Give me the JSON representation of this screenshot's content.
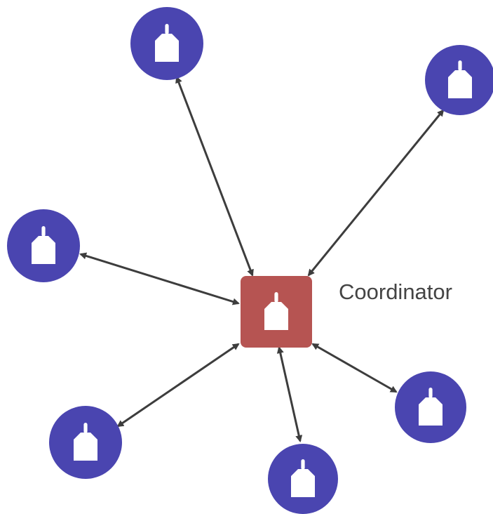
{
  "diagram": {
    "type": "star-network",
    "coordinator": {
      "label": "Coordinator",
      "shape": "rounded-square",
      "color": "#b65452",
      "icon": "device-icon"
    },
    "nodes": [
      {
        "id": "node-top",
        "shape": "circle",
        "color": "#4a45b0",
        "icon": "device-icon"
      },
      {
        "id": "node-top-right",
        "shape": "circle",
        "color": "#4a45b0",
        "icon": "device-icon"
      },
      {
        "id": "node-left",
        "shape": "circle",
        "color": "#4a45b0",
        "icon": "device-icon"
      },
      {
        "id": "node-bottom-left",
        "shape": "circle",
        "color": "#4a45b0",
        "icon": "device-icon"
      },
      {
        "id": "node-bottom",
        "shape": "circle",
        "color": "#4a45b0",
        "icon": "device-icon"
      },
      {
        "id": "node-bottom-right",
        "shape": "circle",
        "color": "#4a45b0",
        "icon": "device-icon"
      }
    ],
    "links": [
      {
        "from": "coordinator",
        "to": "node-top",
        "direction": "bidirectional"
      },
      {
        "from": "coordinator",
        "to": "node-top-right",
        "direction": "bidirectional"
      },
      {
        "from": "coordinator",
        "to": "node-left",
        "direction": "bidirectional"
      },
      {
        "from": "coordinator",
        "to": "node-bottom-left",
        "direction": "bidirectional"
      },
      {
        "from": "coordinator",
        "to": "node-bottom",
        "direction": "bidirectional"
      },
      {
        "from": "coordinator",
        "to": "node-bottom-right",
        "direction": "bidirectional"
      }
    ],
    "link_color": "#3d3d3d",
    "icon_color": "#ffffff"
  }
}
